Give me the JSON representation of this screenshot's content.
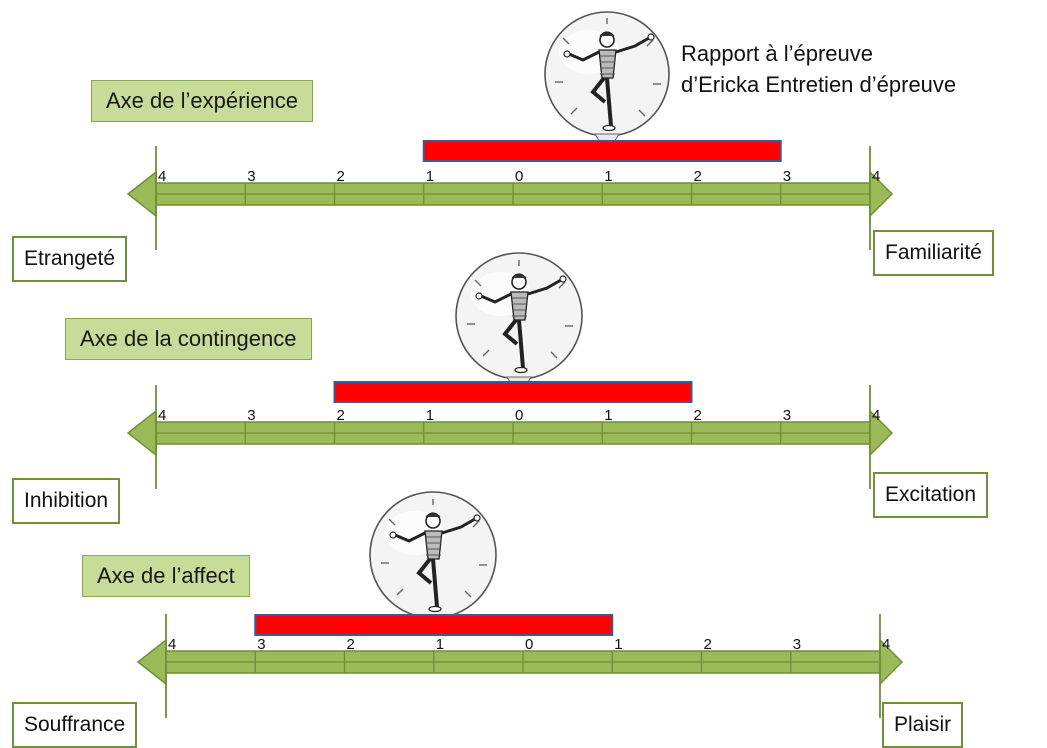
{
  "caption": {
    "line1": "Rapport à l’épreuve",
    "line2": "d’Ericka Entretien d’épreuve"
  },
  "colors": {
    "arrow_fill": "#9bbb59",
    "arrow_stroke": "#6f8e36",
    "bar_fill": "#ff0000",
    "bar_stroke": "#3a5a9a",
    "title_fill": "#c8dc9a"
  },
  "figure_icon": "dancing-man-in-bubble-icon",
  "scales": [
    {
      "id": "experience",
      "title": "Axe de l’expérience",
      "left_pole": "Etrangeté",
      "right_pole": "Familiarité",
      "ticks": [
        "4",
        "3",
        "2",
        "1",
        "0",
        "1",
        "2",
        "3",
        "4"
      ],
      "range": {
        "from": -1,
        "to": 3
      }
    },
    {
      "id": "contingence",
      "title": "Axe de la contingence",
      "left_pole": "Inhibition",
      "right_pole": "Excitation",
      "ticks": [
        "4",
        "3",
        "2",
        "1",
        "0",
        "1",
        "2",
        "3",
        "4"
      ],
      "range": {
        "from": -2,
        "to": 2
      }
    },
    {
      "id": "affect",
      "title": "Axe de l’affect",
      "left_pole": "Souffrance",
      "right_pole": "Plaisir",
      "ticks": [
        "4",
        "3",
        "2",
        "1",
        "0",
        "1",
        "2",
        "3",
        "4"
      ],
      "range": {
        "from": -3,
        "to": 1
      }
    }
  ]
}
